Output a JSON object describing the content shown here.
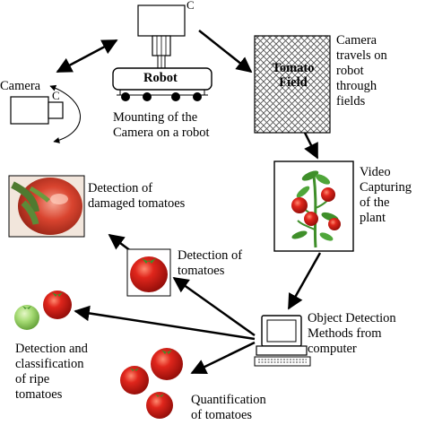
{
  "nodes": {
    "camera": {
      "label": "Camera",
      "badge": "C"
    },
    "robot": {
      "label": "Robot",
      "camera_badge": "C",
      "caption": [
        "Mounting of the",
        "Camera on a robot"
      ]
    },
    "tomato_field": {
      "label": [
        "Tomato",
        "Field"
      ],
      "caption": [
        "Camera",
        "travels on",
        "robot",
        "through",
        "fields"
      ]
    },
    "video": {
      "caption": [
        "Video",
        "Capturing",
        "of the",
        "plant"
      ]
    },
    "computer": {
      "caption": [
        "Object Detection",
        "Methods from",
        "computer"
      ]
    },
    "detect_tomatoes": {
      "caption": [
        "Detection of",
        "tomatoes"
      ]
    },
    "damaged": {
      "caption": [
        "Detection of",
        "damaged tomatoes"
      ]
    },
    "ripe": {
      "caption": [
        "Detection and",
        "classification",
        "of ripe",
        "tomatoes"
      ]
    },
    "quantify": {
      "caption": [
        "Quantification",
        "of tomatoes"
      ]
    }
  },
  "colors": {
    "tomato_red": "#e0261c",
    "tomato_dark": "#9c0f0a",
    "unripe_green": "#8fcf5a",
    "stem_green": "#3f8f2a",
    "hatch": "#555555",
    "line": "#000000"
  },
  "icons": [
    "camera-icon",
    "robot-icon",
    "tomato-field-icon",
    "tomato-plant-icon",
    "computer-icon",
    "tomato-icon",
    "damaged-tomato-icon"
  ]
}
